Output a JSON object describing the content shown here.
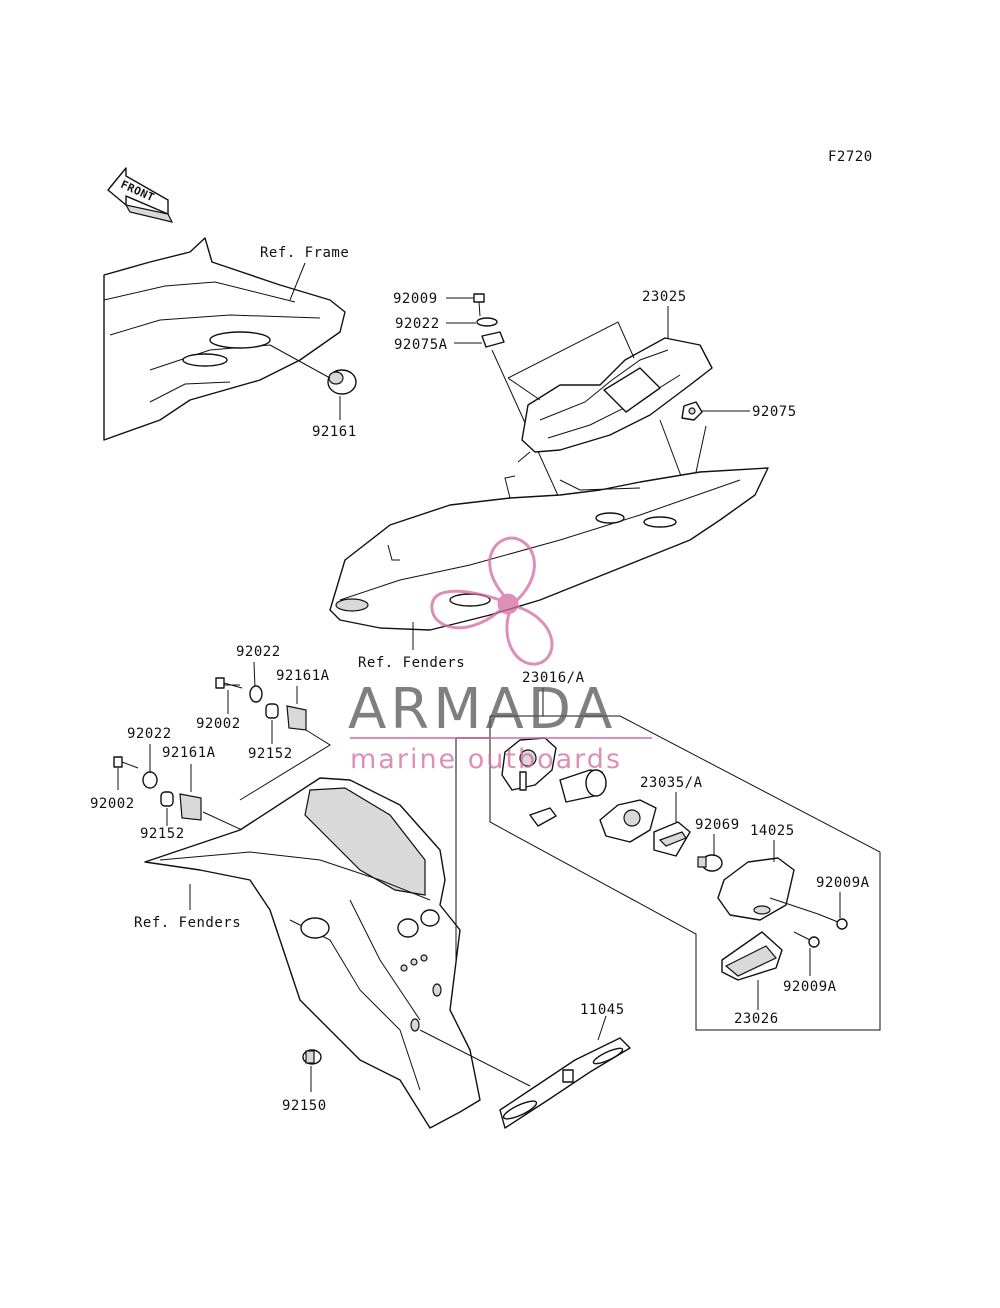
{
  "figure_code": "F2720",
  "front_arrow_text": "FRONT",
  "reference_labels": {
    "frame": "Ref. Frame",
    "fenders_upper": "Ref. Fenders",
    "fenders_lower": "Ref. Fenders"
  },
  "part_labels": [
    "92161",
    "92009",
    "92022",
    "92075A",
    "23025",
    "92075",
    "92022",
    "92161A",
    "92002",
    "92152",
    "92022",
    "92161A",
    "92002",
    "92152",
    "23016/A",
    "23035/A",
    "92069",
    "14025",
    "92009A",
    "92009A",
    "23026",
    "11045",
    "92150"
  ],
  "watermark": {
    "brand": "ARMADA",
    "tagline": "marine outboards",
    "color_primary": "#555555",
    "color_accent": "#d56aa0"
  }
}
